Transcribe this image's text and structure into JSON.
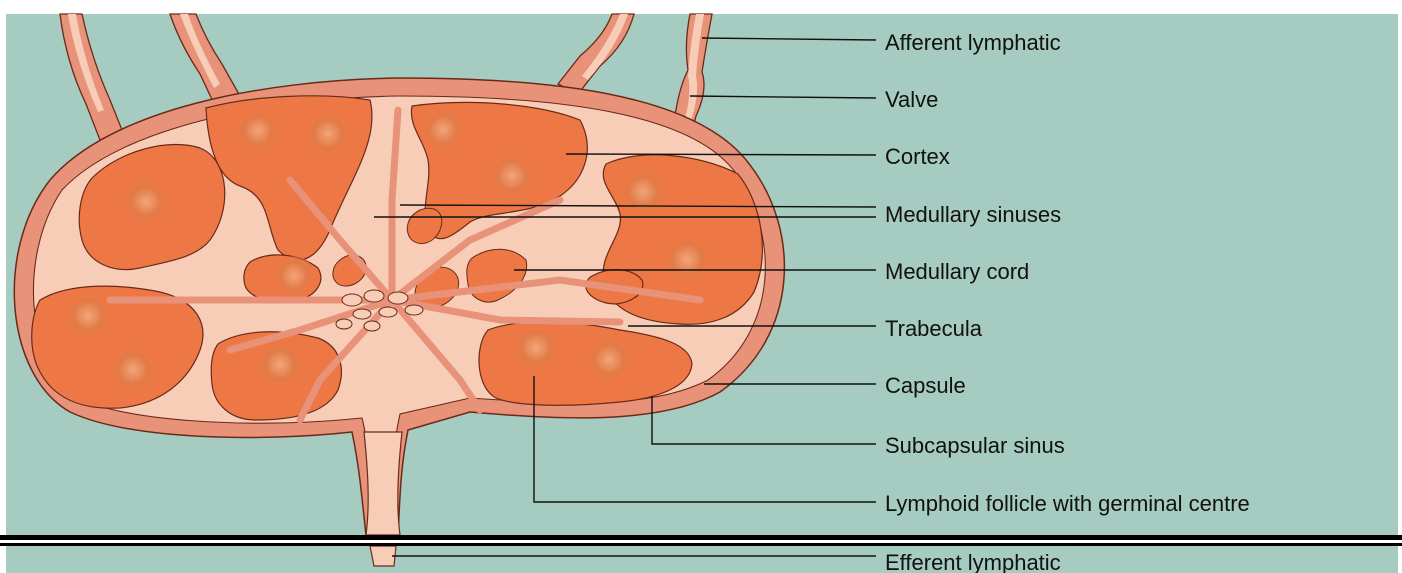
{
  "labels": {
    "afferent": "Afferent lymphatic",
    "valve": "Valve",
    "cortex": "Cortex",
    "medullary_sinuses": "Medullary sinuses",
    "medullary_cord": "Medullary cord",
    "trabecula": "Trabecula",
    "capsule": "Capsule",
    "subcapsular_sinus": "Subcapsular sinus",
    "follicle": "Lymphoid follicle with germinal centre",
    "efferent": "Efferent lymphatic"
  },
  "colors": {
    "background": "#a6cbc0",
    "capsule": "#e8927a",
    "sinus": "#f8cdb8",
    "cortex": "#ee7845",
    "follicle": "#d8622e",
    "outline": "#6a2a18",
    "leader": "#111111",
    "frame_bar": "#000000"
  }
}
